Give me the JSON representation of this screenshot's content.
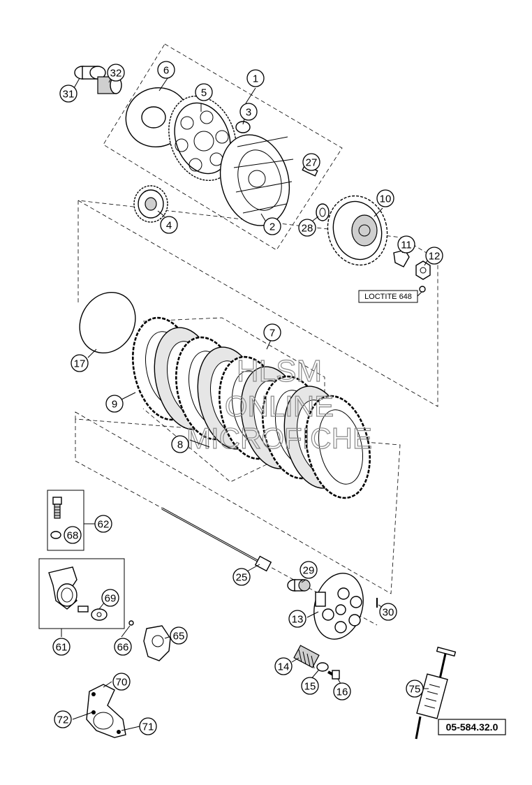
{
  "diagram": {
    "callouts": [
      "1",
      "2",
      "3",
      "4",
      "5",
      "6",
      "7",
      "8",
      "9",
      "10",
      "11",
      "12",
      "13",
      "14",
      "15",
      "16",
      "17",
      "25",
      "27",
      "28",
      "29",
      "30",
      "31",
      "32",
      "61",
      "62",
      "65",
      "66",
      "68",
      "69",
      "70",
      "71",
      "72",
      "75"
    ],
    "note": "LOCTITE 648",
    "code": "05-584.32.0",
    "watermark": [
      "HLSM",
      "ONLINE",
      "MICROFICHE"
    ]
  }
}
